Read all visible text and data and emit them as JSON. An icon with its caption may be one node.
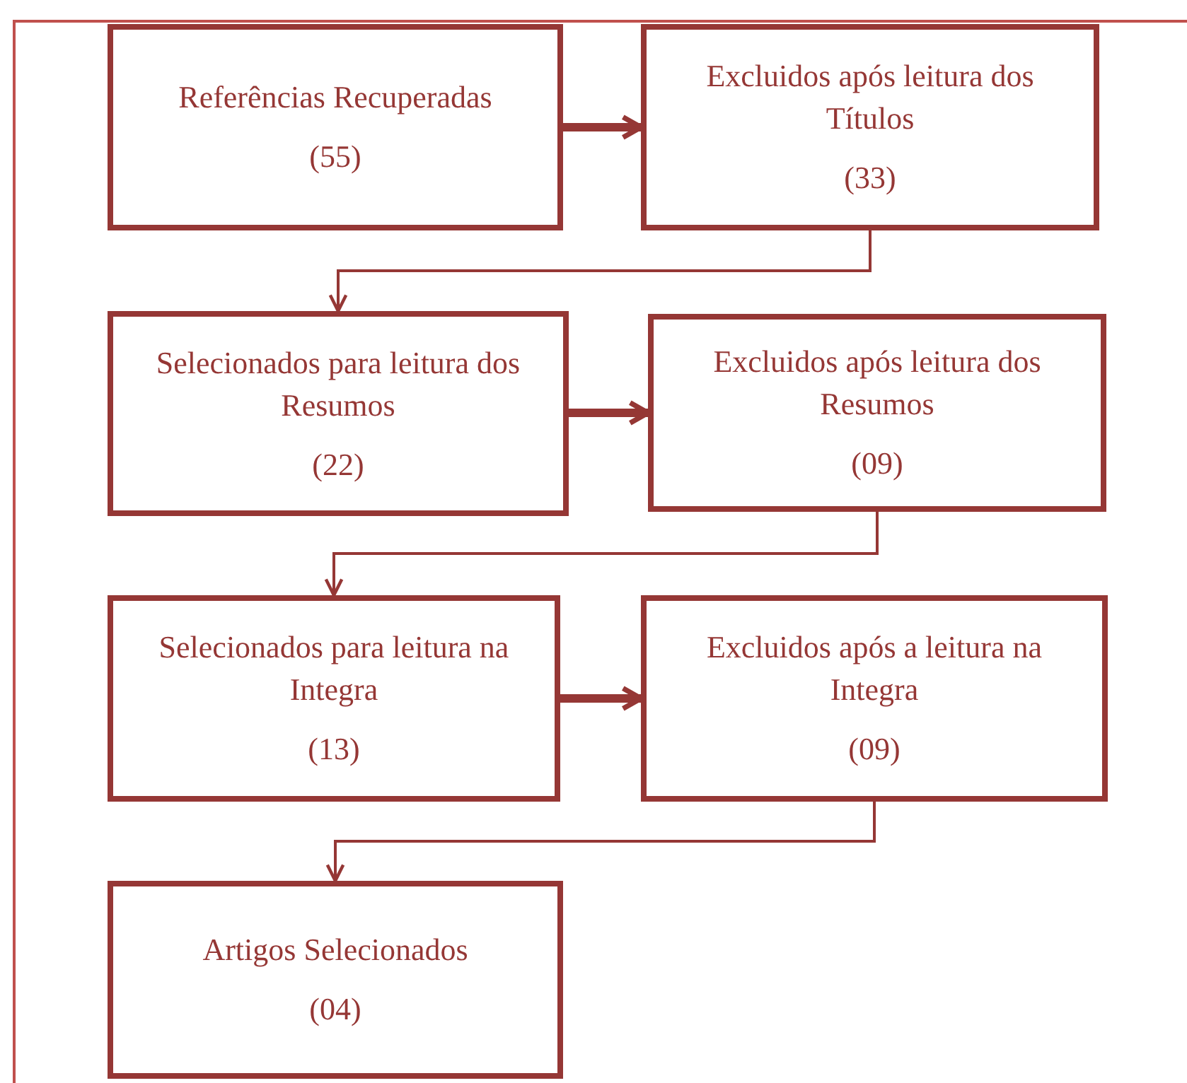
{
  "diagram": {
    "nodes": [
      {
        "text": [
          "Referências Recuperadas",
          "(55)"
        ]
      },
      {
        "text": [
          "Excluidos após leitura dos Títulos",
          "(33)"
        ]
      },
      {
        "text": [
          "Selecionados para leitura dos Resumos",
          "(22)"
        ]
      },
      {
        "text": [
          "Excluidos após leitura dos Resumos",
          "(09)"
        ]
      },
      {
        "text": [
          "Selecionados para leitura na Integra",
          "(13)"
        ]
      },
      {
        "text": [
          "Excluidos após a leitura na Integra",
          "(09)"
        ]
      },
      {
        "text": [
          "Artigos Selecionados",
          "(04)"
        ]
      }
    ],
    "edges": [
      {
        "from": 0,
        "to": 1,
        "arrow": "to",
        "style": "thick"
      },
      {
        "from": 1,
        "to": 2,
        "arrow": "to"
      },
      {
        "from": 2,
        "to": 3,
        "arrow": "to",
        "style": "thick"
      },
      {
        "from": 3,
        "to": 4,
        "arrow": "to"
      },
      {
        "from": 4,
        "to": 5,
        "arrow": "to",
        "style": "thick"
      },
      {
        "from": 5,
        "to": 6,
        "arrow": "to"
      }
    ]
  }
}
